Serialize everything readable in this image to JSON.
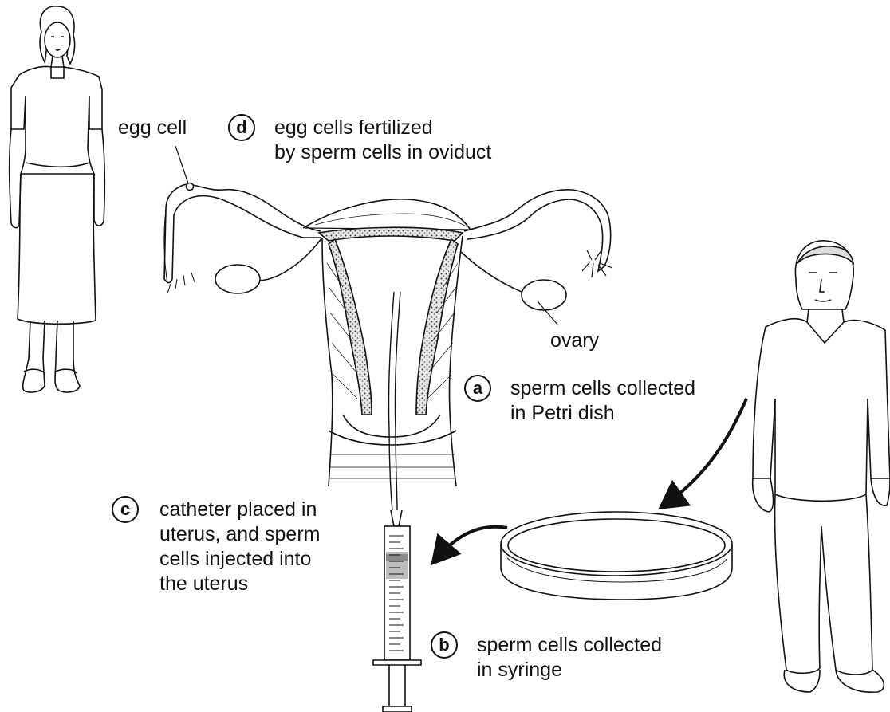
{
  "labels": {
    "egg_cell": "egg cell",
    "ovary": "ovary"
  },
  "steps": [
    {
      "letter": "a",
      "lines": [
        "sperm cells collected",
        "in Petri dish"
      ]
    },
    {
      "letter": "b",
      "lines": [
        "sperm cells collected",
        "in syringe"
      ]
    },
    {
      "letter": "c",
      "lines": [
        "catheter placed in",
        "uterus, and sperm",
        "cells injected into",
        "the uterus"
      ]
    },
    {
      "letter": "d",
      "lines": [
        "egg cells fertilized",
        "by sperm cells in oviduct"
      ]
    }
  ],
  "colors": {
    "ink": "#111111",
    "background": "#ffffff",
    "tissue": "#cfcfcf"
  }
}
